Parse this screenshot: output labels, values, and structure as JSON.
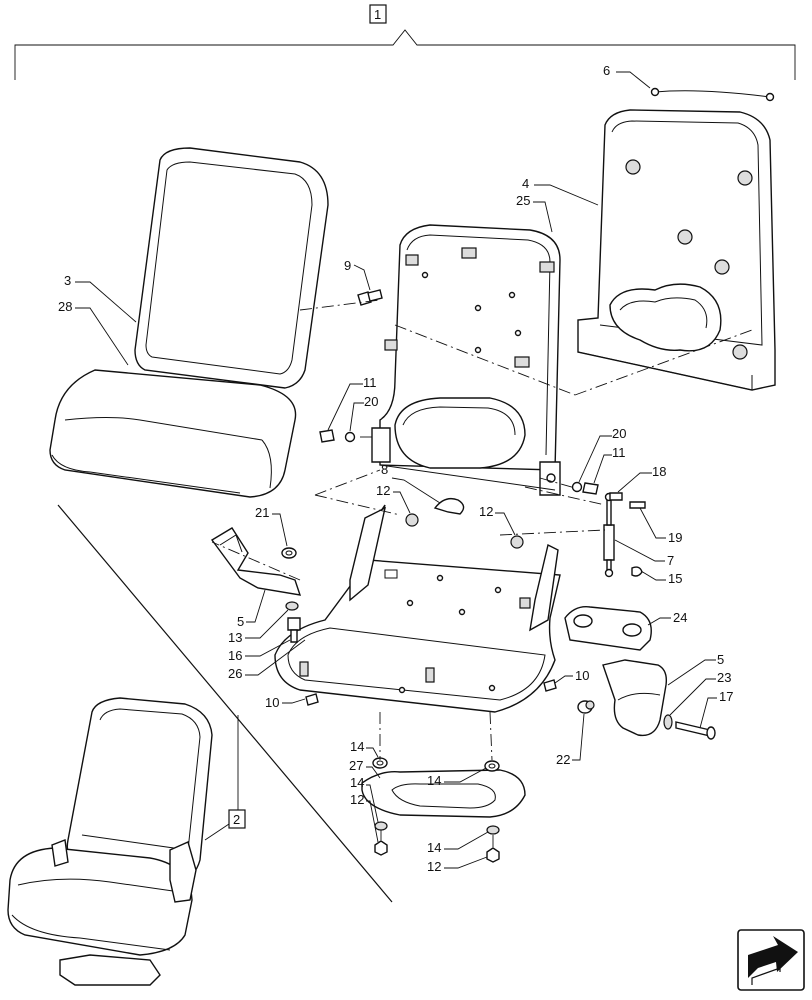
{
  "assembly_label": "1",
  "group_label": "2",
  "callouts": {
    "c3": "3",
    "c28": "28",
    "c4": "4",
    "c25": "25",
    "c6": "6",
    "c9": "9",
    "c11a": "11",
    "c20a": "20",
    "c20b": "20",
    "c11b": "11",
    "c8": "8",
    "c12a": "12",
    "c12b": "12",
    "c18": "18",
    "c19": "19",
    "c7": "7",
    "c15": "15",
    "c21": "21",
    "c5a": "5",
    "c13": "13",
    "c16": "16",
    "c26": "26",
    "c24": "24",
    "c5b": "5",
    "c23": "23",
    "c17": "17",
    "c10a": "10",
    "c10b": "10",
    "c22": "22",
    "c14a": "14",
    "c27": "27",
    "c14b": "14",
    "c12c": "12",
    "c14c": "14",
    "c14d": "14",
    "c12d": "12"
  },
  "icons": {
    "nav": "next-page-arrow-icon"
  }
}
